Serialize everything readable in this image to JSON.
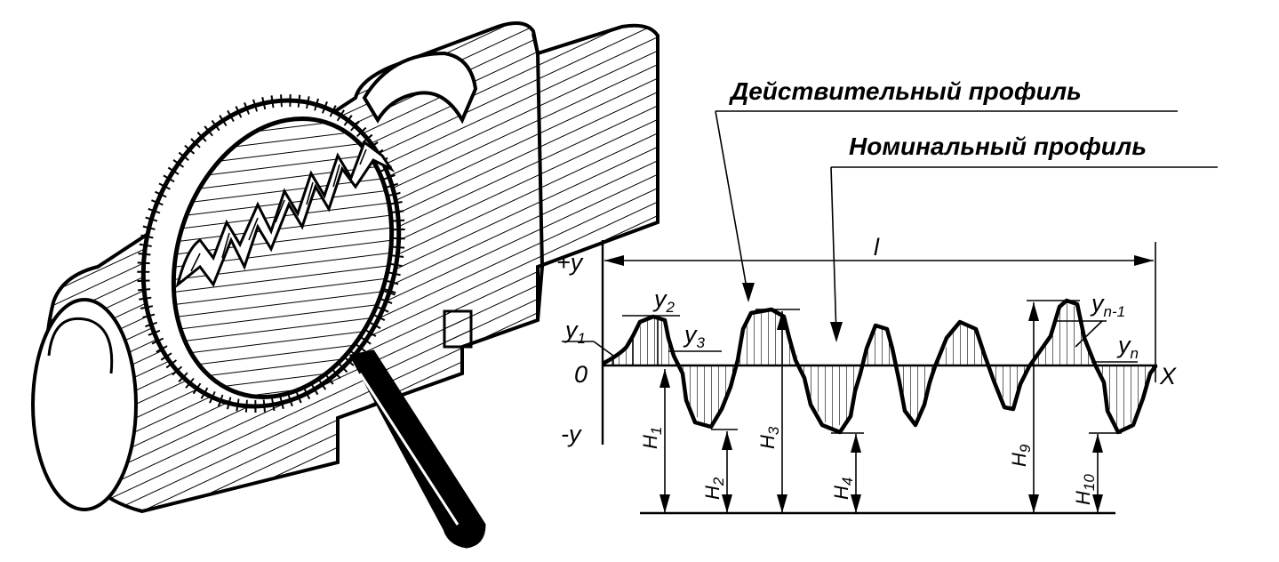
{
  "labels": {
    "actual_profile": "Действительный профиль",
    "nominal_profile": "Номинальный профиль",
    "length": "l",
    "axis_x": "X",
    "plus_y": "+y",
    "minus_y": "-y",
    "zero": "0",
    "y1": "y",
    "y1_sub": "1",
    "y2": "y",
    "y2_sub": "2",
    "y3": "y",
    "y3_sub": "3",
    "yn1": "y",
    "yn1_sub": "n-1",
    "yn": "y",
    "yn_sub": "n",
    "H1": "H",
    "H1_sub": "1",
    "H2": "H",
    "H2_sub": "2",
    "H3": "H",
    "H3_sub": "3",
    "H4": "H",
    "H4_sub": "4",
    "H9": "H",
    "H9_sub": "9",
    "H10": "H",
    "H10_sub": "10"
  },
  "icons": [
    "magnifier-icon",
    "shaft-part-drawing"
  ]
}
